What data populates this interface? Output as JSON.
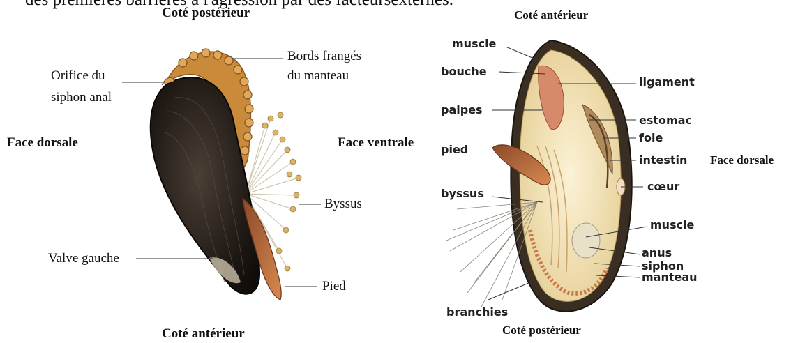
{
  "caption_fragment": "des premières barrières à l'agression par des facteursexternes.",
  "left_figure": {
    "top_label": "Coté postérieur",
    "bottom_label": "Coté antérieur",
    "left_side": "Face dorsale",
    "right_side": "Face ventrale",
    "labels": {
      "bords_line1": "Bords frangés",
      "bords_line2": "du manteau",
      "orifice_line1": "Orifice du",
      "orifice_line2": "siphon anal",
      "byssus": "Byssus",
      "valve": "Valve gauche",
      "pied": "Pied"
    }
  },
  "right_figure": {
    "top_label": "Coté antérieur",
    "bottom_label": "Coté postérieur",
    "right_side": "Face dorsale",
    "labels": {
      "muscle_top": "muscle",
      "bouche": "bouche",
      "palpes": "palpes",
      "pied": "pied",
      "byssus": "byssus",
      "branchies": "branchies",
      "ligament": "ligament",
      "estomac": "estomac",
      "foie": "foie",
      "intestin": "intestin",
      "coeur": "cœur",
      "muscle_bottom": "muscle",
      "anus": "anus",
      "siphon": "siphon",
      "manteau": "manteau"
    }
  },
  "colors": {
    "shell_dark": "#1f1a16",
    "mantle_fringe": "#c98a3a",
    "foot": "#b5673a",
    "inner_shell": "#f2e2b8",
    "rim": "#3a2e22"
  }
}
